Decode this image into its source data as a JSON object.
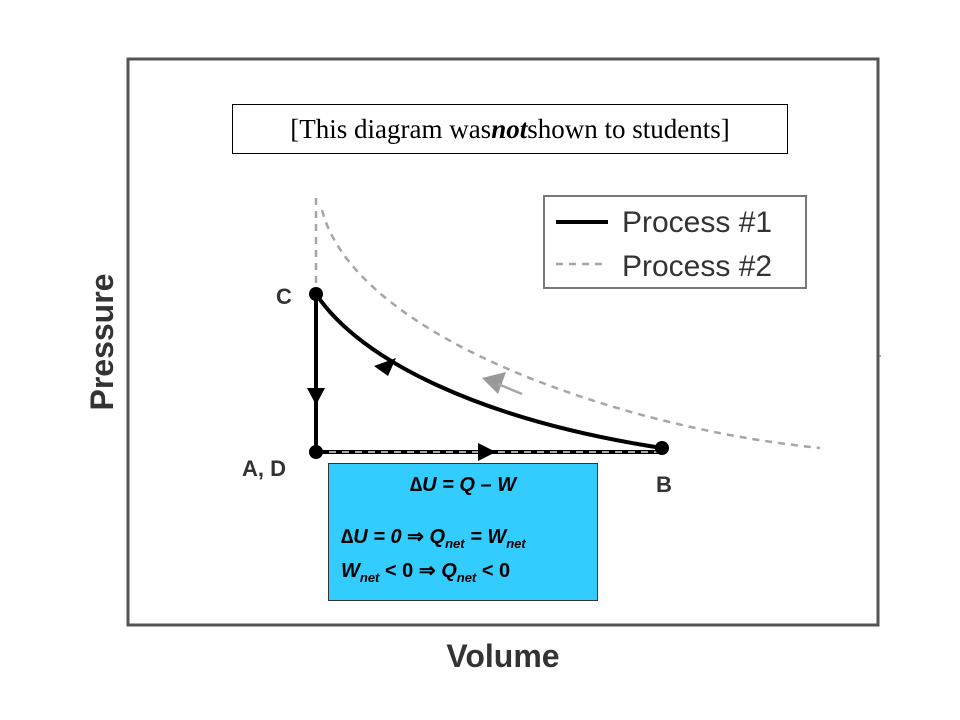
{
  "note": {
    "prefix": "[This diagram was ",
    "emphasis": "not",
    "suffix": " shown to students]"
  },
  "axes": {
    "xlabel": "Volume",
    "ylabel": "Pressure"
  },
  "legend": {
    "process1": "Process #1",
    "process2": "Process #2"
  },
  "points": {
    "c": "C",
    "ad": "A, D",
    "b": "B"
  },
  "equations": {
    "line1": {
      "a": "∆",
      "b": "U = Q – W"
    },
    "line2": {
      "a": "∆",
      "b": "U = 0 ",
      "c": "⇒",
      "d": " Q",
      "e": "net",
      "f": " = W",
      "g": "net"
    },
    "line3": {
      "a": "W",
      "b": "net",
      "c": " < 0 ",
      "d": "⇒",
      "e": " Q",
      "f": "net",
      "g": " < 0"
    }
  },
  "colors": {
    "process1": "#000000",
    "process2": "#a6a6a6",
    "equation_box": "#33ccff"
  }
}
